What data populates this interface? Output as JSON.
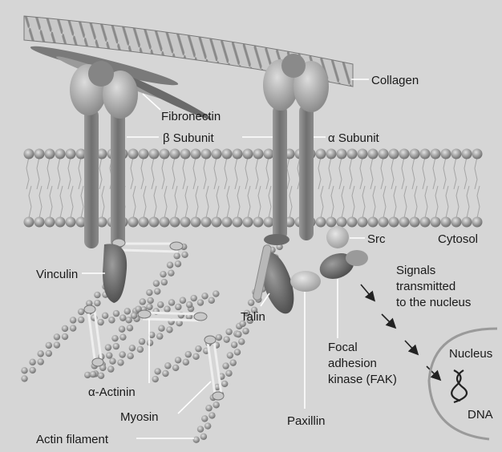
{
  "labels": {
    "collagen": "Collagen",
    "fibronectin": "Fibronectin",
    "beta_subunit": "β Subunit",
    "alpha_subunit": "α Subunit",
    "src": "Src",
    "cytosol": "Cytosol",
    "vinculin": "Vinculin",
    "signals_1": "Signals",
    "signals_2": "transmitted",
    "signals_3": "to the nucleus",
    "talin": "Talin",
    "focal_1": "Focal",
    "focal_2": "adhesion",
    "focal_3": "kinase (FAK)",
    "nucleus": "Nucleus",
    "alpha_actinin": "α-Actinin",
    "myosin": "Myosin",
    "paxillin": "Paxillin",
    "dna": "DNA",
    "actin_filament": "Actin filament"
  },
  "colors": {
    "background": "#d6d6d6",
    "protein": "#8f8f8f",
    "protein_dark": "#5e5e5e",
    "membrane_head": "#b4b4b4",
    "leader_line": "#ffffff"
  }
}
